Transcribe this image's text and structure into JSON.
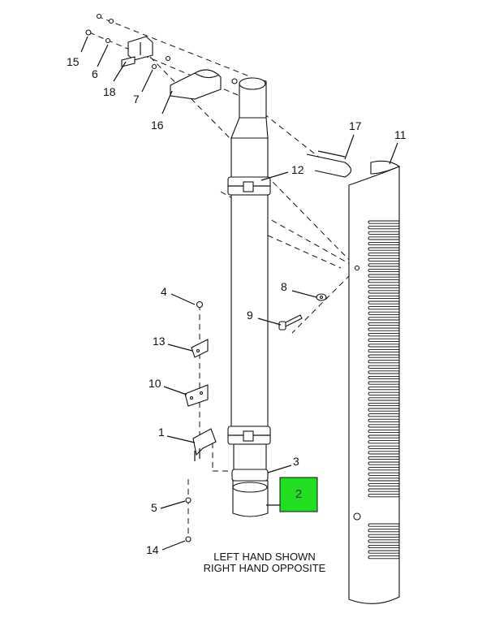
{
  "callouts": {
    "c1": "1",
    "c2": "2",
    "c3": "3",
    "c4": "4",
    "c5": "5",
    "c6": "6",
    "c7": "7",
    "c8": "8",
    "c9": "9",
    "c10": "10",
    "c11": "11",
    "c12": "12",
    "c13": "13",
    "c14": "14",
    "c15": "15",
    "c16": "16",
    "c17": "17",
    "c18": "18"
  },
  "note": {
    "line1": "LEFT HAND SHOWN",
    "line2": "RIGHT HAND OPPOSITE"
  },
  "colors": {
    "highlight": "#22dd22",
    "line": "#111111"
  }
}
